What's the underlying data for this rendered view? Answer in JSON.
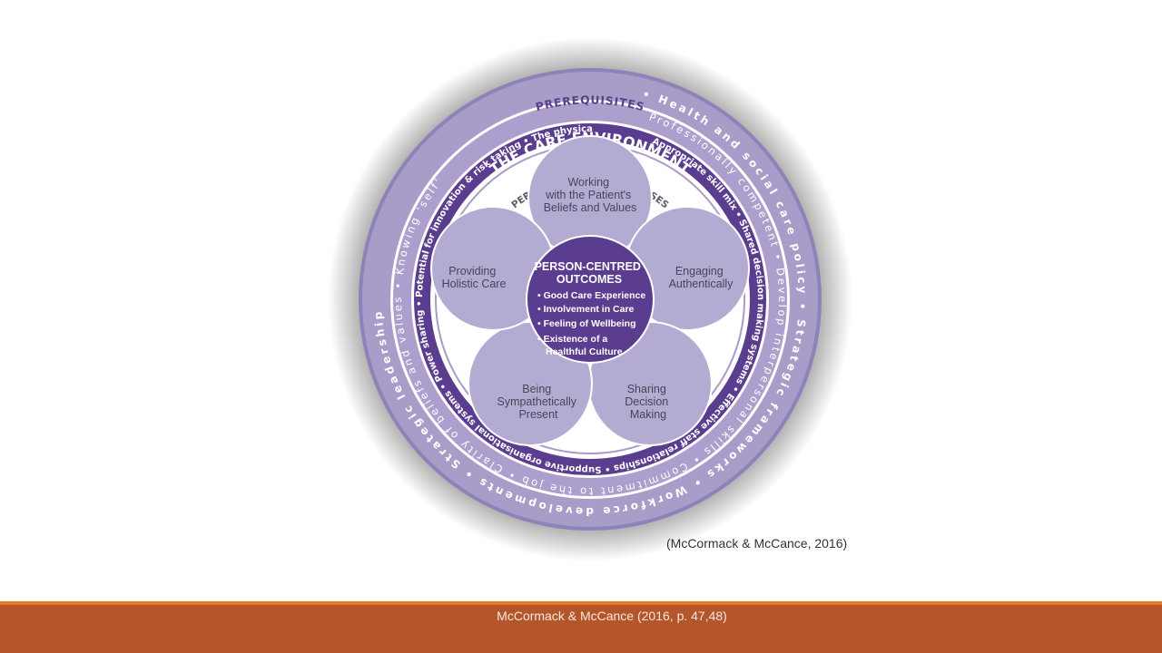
{
  "diagram": {
    "macro_title": "MACRO CONTEXT",
    "macro_text": "• Health and social care policy • Strategic frameworks • Workforce developments • Strategic leadership",
    "prerequisites_title": "PREREQUISITES",
    "prerequisites_text": "Professionally competent • Develop interpersonal skills • Commitment to the job • Clarity of beliefs and values • Knowing 'self'",
    "care_environment_title": "THE CARE ENVIRONMENT",
    "care_environment_text": "Appropriate skill mix • Shared decision making systems • Effective staff relationships • Supportive organisational systems • Power sharing • Potential for innovation & risk taking • The physical environment •",
    "processes_title": "PERSON-CENTRED PROCESSES",
    "petals": {
      "top": [
        "Working",
        "with the Patient's",
        "Beliefs and Values"
      ],
      "right": [
        "Engaging",
        "Authentically"
      ],
      "bottom_right": [
        "Sharing",
        "Decision",
        "Making"
      ],
      "bottom_left": [
        "Being",
        "Sympathetically",
        "Present"
      ],
      "left": [
        "Providing",
        "Holistic Care"
      ]
    },
    "outcomes": {
      "title_line1": "PERSON-CENTRED",
      "title_line2": "OUTCOMES",
      "items": [
        "• Good Care Experience",
        "• Involvement in Care",
        "• Feeling of Wellbeing",
        "• Existence of a",
        "Healthful Culture"
      ]
    }
  },
  "citation": "(McCormack & McCance, 2016)",
  "footer": {
    "text": "McCormack & McCance (2016, p. 47,48)"
  },
  "colors": {
    "outer_ring": "#a89cc9",
    "dark_purple": "#5b3d8f",
    "petal": "#b4abd3",
    "footer": "#b5562a",
    "footer_accent": "#e8772a"
  }
}
